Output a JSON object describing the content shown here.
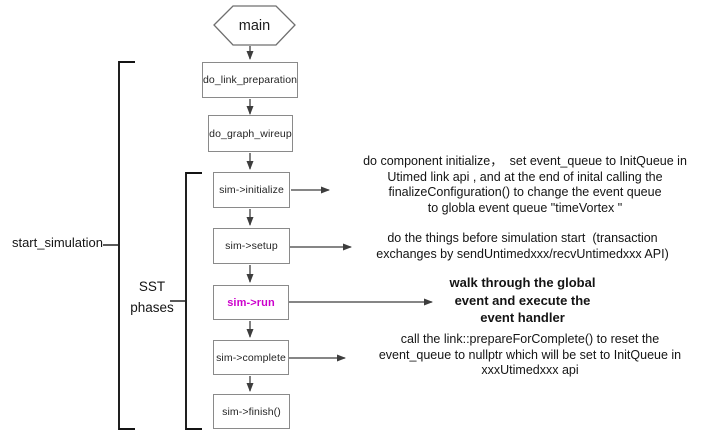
{
  "nodes": [
    {
      "id": "main",
      "shape": "hexagon",
      "label": "main"
    },
    {
      "id": "do_link_preparation",
      "shape": "rect",
      "label": "do_link_preparation"
    },
    {
      "id": "do_graph_wireup",
      "shape": "rect",
      "label": "do_graph_wireup"
    },
    {
      "id": "sim_initialize",
      "shape": "rect",
      "label": "sim->initialize"
    },
    {
      "id": "sim_setup",
      "shape": "rect",
      "label": "sim->setup"
    },
    {
      "id": "sim_run",
      "shape": "rect",
      "label": "sim->run"
    },
    {
      "id": "sim_complete",
      "shape": "rect",
      "label": "sim->complete"
    },
    {
      "id": "sim_finish",
      "shape": "rect",
      "label": "sim->finish()"
    }
  ],
  "brackets": {
    "start_simulation_label": "start_simulation",
    "sst_phases_label": "SST\nphases"
  },
  "annotations": {
    "initialize": "do component initialize，  set event_queue to InitQueue in\nUtimed link api , and at the end of inital calling the\nfinalizeConfiguration() to change the event queue\nto globla event queue \"timeVortex \"",
    "setup": "do the things before simulation start  (transaction\nexchanges by sendUntimedxxx/recvUntimedxxx API)",
    "run": "walk through the global\nevent and execute the\nevent handler",
    "complete": "call the link::prepareForComplete() to reset the\nevent_queue to nullptr which will be set to InitQueue in\nxxxUtimedxxx api"
  },
  "colors": {
    "run_text": "#cc00cc",
    "box_border": "#8a8a8a",
    "arrow": "#3d3d3d",
    "bracket": "#141414"
  }
}
